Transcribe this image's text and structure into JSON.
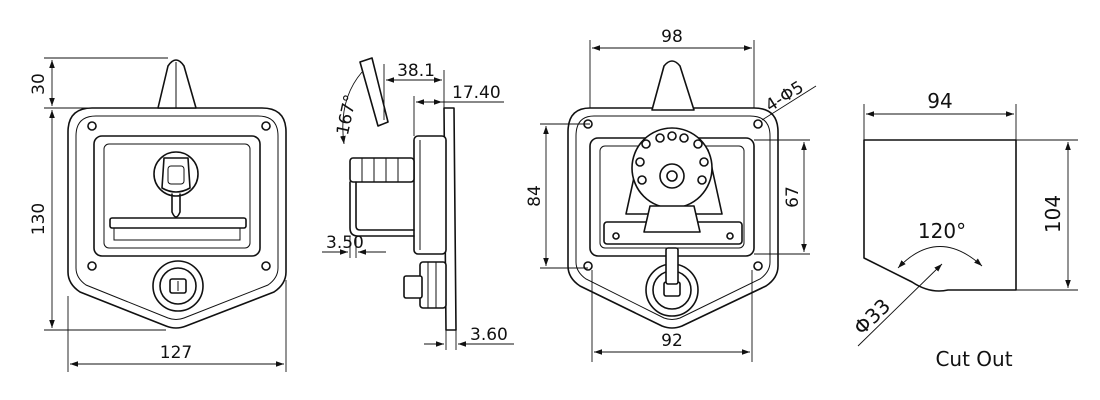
{
  "front_view": {
    "dim_width": "127",
    "dim_height": "130",
    "dim_handle": "30"
  },
  "side_view": {
    "dim_angle": "167°",
    "dim_depth": "38.1",
    "dim_offset": "17.40",
    "dim_bracket": "3.50",
    "dim_flange": "3.60"
  },
  "rear_view": {
    "dim_width_top": "98",
    "dim_width_bottom": "92",
    "dim_height_left": "84",
    "dim_height_right": "67",
    "dim_holes": "4-Φ5"
  },
  "cutout": {
    "dim_width": "94",
    "dim_height": "104",
    "dim_angle": "120°",
    "dim_diameter": "Φ33",
    "caption": "Cut Out"
  }
}
